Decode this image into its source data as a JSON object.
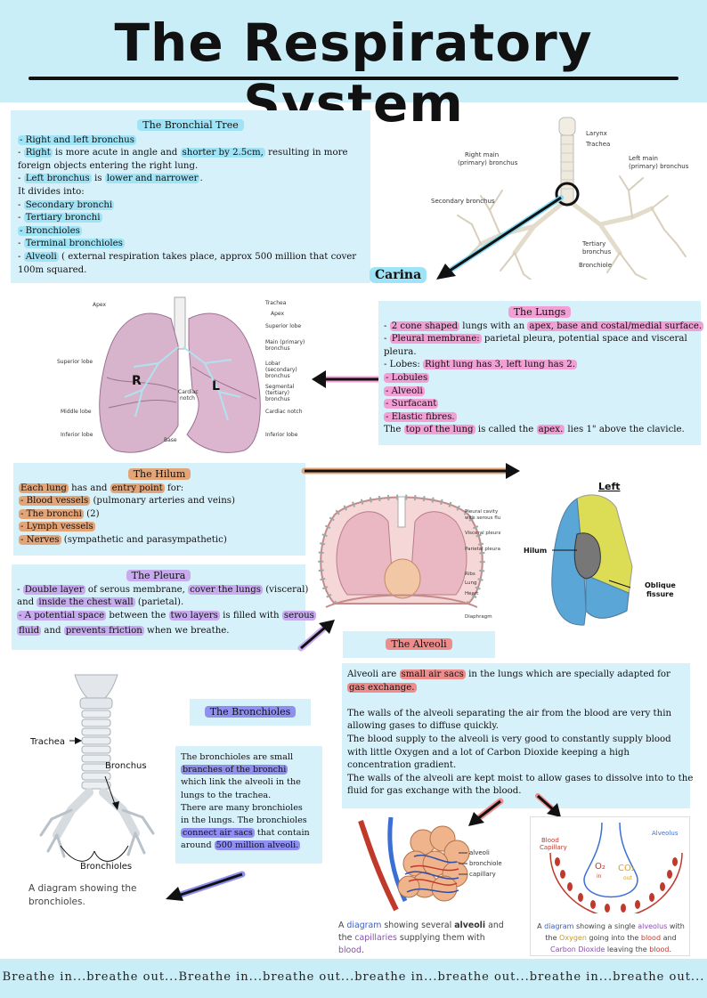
{
  "title": "The Respiratory System",
  "bronchial_tree": {
    "heading": "The Bronchial Tree",
    "lines": [
      "- Right and left bronchus",
      "- Right is more acute in angle and shorter by 2.5cm, resulting in more",
      "foreign objects entering the right lung.",
      "- Left bronchus is lower and narrower.",
      "It divides into:",
      "- Secondary bronchi",
      "- Tertiary bronchi",
      "- Bronchioles",
      "- Terminal bronchioles",
      "- Alveoli ( external respiration takes place, approx 500 million that cover",
      "100m squared."
    ],
    "diagram_labels": {
      "larynx": "Larynx",
      "trachea": "Trachea",
      "right_main": "Right main\n(primary) bronchus",
      "left_main": "Left main\n(primary) bronchus",
      "secondary": "Secondary bronchus",
      "tertiary": "Tertiary\nbronchus",
      "bronchiole": "Bronchiole"
    },
    "carina": "Carina"
  },
  "lungs_diagram": {
    "apex_left": "Apex",
    "trachea": "Trachea",
    "apex_right": "Apex",
    "superior_lobe_r": "Superior lobe",
    "main_bronchus": "Main (primary)\nbronchus",
    "lobar": "Lobar\n(secondary)\nbronchus",
    "segmental": "Segmental\n(tertiary)\nbronchus",
    "cardiac_notch": "Cardiac notch",
    "inferior_lobe_r": "Inferior lobe",
    "superior_lobe_l": "Superior lobe",
    "middle_lobe": "Middle lobe",
    "inferior_lobe_l": "Inferior lobe",
    "cardiac_notch_c": "Cardiac\nnotch",
    "base": "Base",
    "r": "R",
    "l": "L"
  },
  "the_lungs": {
    "heading": "The Lungs",
    "lines": [
      "- 2 cone shaped lungs with an apex, base and costal/medial surface.",
      "- Pleural membrane: parietal pleura, potential space and visceral",
      "pleura.",
      "- Lobes: Right lung has 3, left lung has 2.",
      "- Lobules",
      "- Alveoli",
      "- Surfacant",
      "- Elastic fibres.",
      "The top of the lung is called the apex. lies 1\" above the clavicle."
    ]
  },
  "hilum": {
    "heading": "The Hilum",
    "lines": [
      "Each lung has and entry point for:",
      "- Blood vessels (pulmonary arteries and veins)",
      "- The bronchi (2)",
      "- Lymph vessels",
      "- Nerves (sympathetic and parasympathetic)"
    ]
  },
  "pleura_diagram": {
    "pleural_cavity": "Pleural cavity\nwith serous fluid",
    "visceral": "Visceral pleura",
    "parietal": "Parietal pleura",
    "ribs": "Ribs",
    "lung": "Lung",
    "heart": "Heart",
    "diaphragm": "Diaphragm"
  },
  "hilum_diagram": {
    "left": "Left",
    "hilum": "Hilum",
    "oblique": "Oblique\nfissure"
  },
  "pleura": {
    "heading": "The Pleura",
    "lines": [
      "- Double layer of serous membrane, cover the lungs (visceral)",
      "and inside the chest wall (parietal).",
      "- A potential space between the two layers is filled with serous",
      "fluid and prevents friction when we breathe."
    ]
  },
  "alveoli": {
    "heading": "The Alveoli",
    "lines": [
      "Alveoli are small air sacs in the lungs which are specially adapted for",
      "gas exchange.",
      "",
      "The walls of the alveoli separating the air from the blood are very thin",
      "allowing gases to diffuse quickly.",
      "The blood supply to the alveoli is very good to constantly supply blood",
      "with little Oxygen and a lot of Carbon Dioxide keeping a high",
      "concentration gradient.",
      "The walls of the alveoli are kept moist to allow gases to dissolve into to the",
      "fluid for gas exchange with the blood."
    ],
    "diagram1_labels": {
      "alveoli": "alveoli",
      "bronchiole": "bronchiole",
      "capillary": "capillary"
    },
    "caption1_parts": [
      "A ",
      "diagram",
      " showing several ",
      "alveoli",
      " and the ",
      "capillaries",
      " supplying them with ",
      "blood",
      "."
    ],
    "diagram2_labels": {
      "blood": "Blood\nCapillary",
      "alveolus": "Alveolus",
      "o2": "O₂",
      "o2_in": "in",
      "co2": "CO₂",
      "co2_out": "out"
    },
    "caption2_parts": [
      "A ",
      "diagram",
      " showing a single ",
      "alveolus",
      " with the ",
      "Oxygen",
      " going into the ",
      "blood",
      " and ",
      "Carbon Dioxide",
      " leaving the ",
      "blood",
      "."
    ]
  },
  "bronchioles": {
    "heading": "The Bronchioles",
    "lines": [
      "The bronchioles are small",
      "branches of the bronchi",
      "which link the alveoli in the",
      "lungs to the trachea.",
      "There are many bronchioles",
      "in the lungs. The bronchioles",
      "connect air sacs that contain",
      "around 500 million alveoli."
    ],
    "diagram_labels": {
      "trachea": "Trachea",
      "bronchus": "Bronchus",
      "bronchioles": "Bronchioles"
    },
    "caption": "A diagram showing the\nbronchioles."
  },
  "footer": "Breathe in...breathe out...Breathe in...breathe out...breathe in...breathe out...breathe in...breathe out...",
  "colors": {
    "title_bg": "#c9eef8",
    "box_bg": "#d7f1fb",
    "blue_highlight": "#9fe3f6",
    "pink_highlight": "#f19fd4",
    "tan_highlight": "#e3a578",
    "lavender_highlight": "#c8abef",
    "purple_highlight": "#8f8ff0",
    "red_highlight": "#ee8b8b"
  }
}
